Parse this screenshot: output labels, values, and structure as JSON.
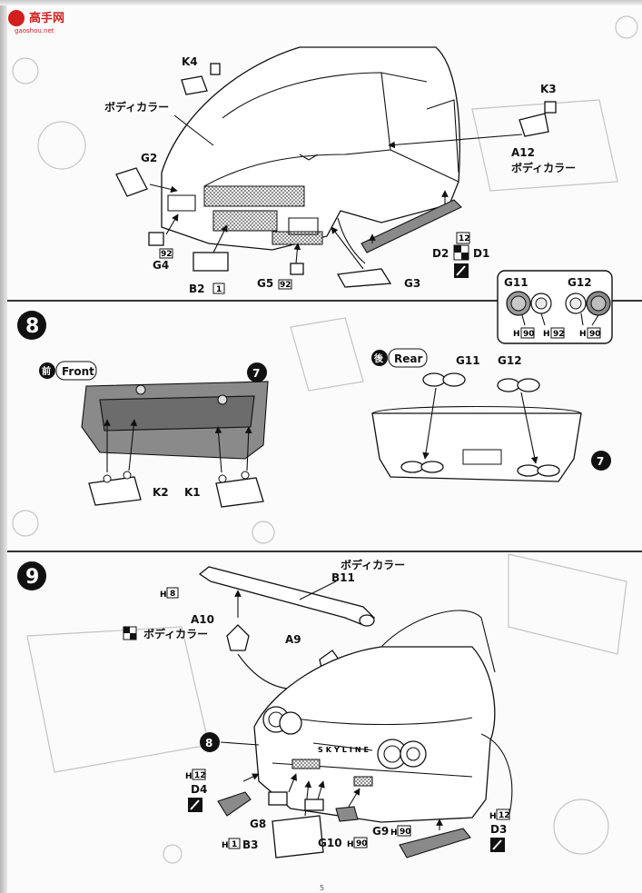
{
  "watermark": {
    "name": "高手网",
    "url": "gaoshou.net"
  },
  "panel_top": {
    "labels": {
      "k4": "K4",
      "body_color_left": "ボディカラー",
      "g2": "G2",
      "h92_a": "92",
      "g4": "G4",
      "b2": "B2",
      "h1": "1",
      "g5": "G5",
      "h92_b": "92",
      "g3": "G3",
      "k3": "K3",
      "a12": "A12",
      "body_color_right": "ボディカラー",
      "h12": "12",
      "d2": "D2",
      "d1": "D1"
    }
  },
  "step8": {
    "number": "8",
    "front": {
      "kanji": "前",
      "label": "Front"
    },
    "rear": {
      "kanji": "後",
      "label": "Rear"
    },
    "labels": {
      "k2": "K2",
      "k1": "K1",
      "g11": "G11",
      "g12": "G12",
      "ref7": "7"
    },
    "inset": {
      "g11": "G11",
      "g12": "G12",
      "h90_a": "90",
      "h92": "92",
      "h90_b": "90"
    }
  },
  "step9": {
    "number": "9",
    "labels": {
      "body_color_b11": "ボディカラー",
      "b11": "B11",
      "h8": "8",
      "a10": "A10",
      "body_color_a10": "ボディカラー",
      "a9": "A9",
      "ref8": "8",
      "h12_d4": "12",
      "d4": "D4",
      "g8": "G8",
      "h1": "1",
      "b3": "B3",
      "g10": "G10",
      "h90_g10": "90",
      "g9": "G9",
      "h90_g9": "90",
      "h12_d3": "12",
      "d3": "D3"
    }
  },
  "footer": {
    "page_mark": "5"
  },
  "colors": {
    "ink": "#111111",
    "ghost": "#c4c4c4",
    "watermark": "#d21e1e"
  }
}
